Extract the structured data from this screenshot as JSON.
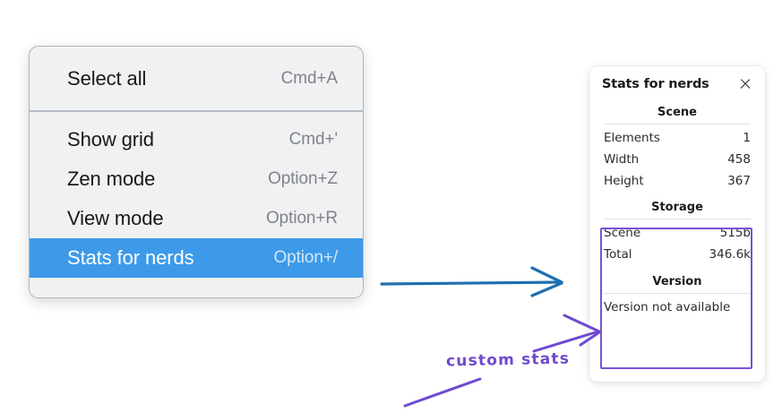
{
  "menu": {
    "groups": [
      {
        "items": [
          {
            "label": "Select all",
            "shortcut": "Cmd+A",
            "selected": false
          }
        ]
      },
      {
        "items": [
          {
            "label": "Show grid",
            "shortcut": "Cmd+'",
            "selected": false
          },
          {
            "label": "Zen mode",
            "shortcut": "Option+Z",
            "selected": false
          },
          {
            "label": "View mode",
            "shortcut": "Option+R",
            "selected": false
          },
          {
            "label": "Stats for nerds",
            "shortcut": "Option+/",
            "selected": true
          }
        ]
      }
    ],
    "highlight_color": "#3d9ae8"
  },
  "stats_panel": {
    "title": "Stats for nerds",
    "close_icon": "close-icon",
    "sections": [
      {
        "heading": "Scene",
        "rows": [
          {
            "key": "Elements",
            "value": "1"
          },
          {
            "key": "Width",
            "value": "458"
          },
          {
            "key": "Height",
            "value": "367"
          }
        ]
      },
      {
        "heading": "Storage",
        "rows": [
          {
            "key": "Scene",
            "value": "515b"
          },
          {
            "key": "Total",
            "value": "346.6k"
          }
        ]
      },
      {
        "heading": "Version",
        "note": "Version not available"
      }
    ]
  },
  "annotations": {
    "label": "custom stats",
    "highlight_box_color": "#7a52d1",
    "arrow_color": "#6f4ad0",
    "pointer_arrow_color": "#1f6fb0"
  }
}
